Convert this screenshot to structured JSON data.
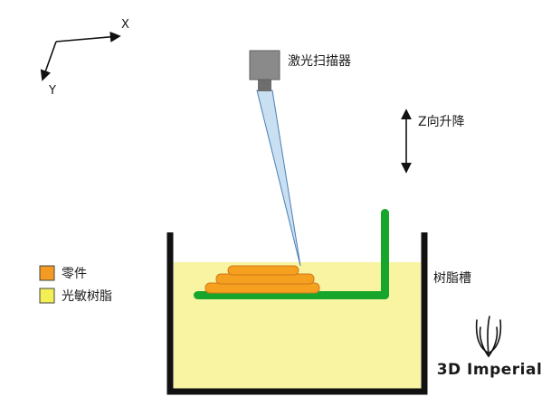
{
  "diagram": {
    "title_hint": "SLA 3D printing process diagram",
    "axis": {
      "x": "X",
      "y": "Y"
    },
    "scanner": {
      "label": "激光扫描器"
    },
    "z_lift": {
      "label": "Z向升降"
    },
    "tank": {
      "label": "树脂槽"
    },
    "legend": {
      "part": {
        "label": "零件",
        "color": "#F59A23"
      },
      "resin": {
        "label": "光敏树脂",
        "color": "#F3EF54"
      }
    },
    "logo": {
      "text": "3D Imperial"
    },
    "colors": {
      "part_fill": "#F5A01E",
      "part_stroke": "#D0791B",
      "resin_fill": "#F8F4A2",
      "platform": "#17A62B",
      "scanner_fill": "#8A8A8A",
      "scanner_stem": "#6E6E6E",
      "beam_fill": "#C9DFF2",
      "beam_stroke": "#4A7FB5",
      "ink": "#111111"
    }
  }
}
